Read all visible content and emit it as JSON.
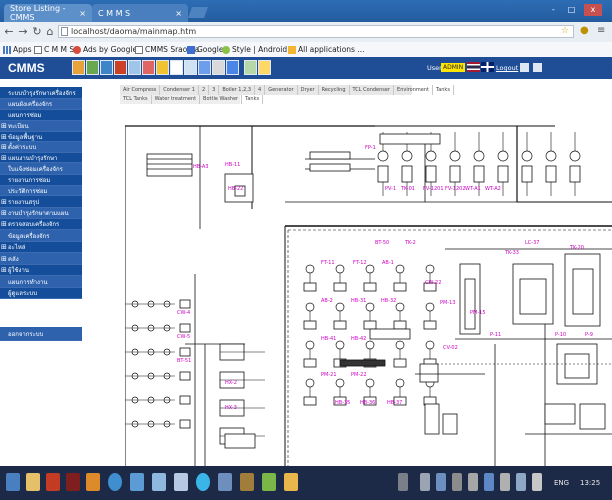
{
  "browser": {
    "tabs": [
      {
        "title": "Store Listing - CMMS",
        "active": true
      },
      {
        "title": "C M M S",
        "active": false
      }
    ],
    "window_controls": [
      "-",
      "□",
      "x"
    ],
    "address": "localhost/daoma/mainmap.htm"
  },
  "bookmarks": [
    {
      "label": "Apps",
      "icon": "apps-grid-icon"
    },
    {
      "label": "C M M S",
      "icon": "page-icon"
    },
    {
      "label": "Ads by Google",
      "icon": "google-icon"
    },
    {
      "label": "CMMS Sraoma",
      "icon": "page-icon"
    },
    {
      "label": "Google",
      "icon": "google-icon"
    },
    {
      "label": "Style | Android ...",
      "icon": "android-icon"
    },
    {
      "label": "All applications ...",
      "icon": "app-icon"
    }
  ],
  "app": {
    "logo": "CMMS",
    "user_label": "User:",
    "user_name": "ADMIN",
    "logout": "Logout",
    "colors": {
      "header": "#1f4e97",
      "sidebar": "#144d9a",
      "accent": "#ffe600"
    }
  },
  "sidebar": {
    "items": [
      {
        "label": "ระบบบำรุงรักษาเครื่องจักร",
        "plus": false
      },
      {
        "label": "แผนผังเครื่องจักร",
        "plus": false
      },
      {
        "label": "แผนการซ่อม",
        "plus": false
      },
      {
        "label": "ทะเบียน",
        "plus": true
      },
      {
        "label": "ข้อมูลพื้นฐาน",
        "plus": true
      },
      {
        "label": "ตั้งค่าระบบ",
        "plus": true
      },
      {
        "label": "แผนงานบำรุงรักษา",
        "plus": true
      },
      {
        "label": "ใบแจ้งซ่อมเครื่องจักร",
        "plus": false
      },
      {
        "label": "รายงานการซ่อม",
        "plus": false
      },
      {
        "label": "ประวัติการซ่อม",
        "plus": false
      },
      {
        "label": "รายงานสรุป",
        "plus": true
      },
      {
        "label": "งานบำรุงรักษาตามแผน",
        "plus": true
      },
      {
        "label": "ตรวจสอบเครื่องจักร",
        "plus": true
      },
      {
        "label": "ข้อมูลเครื่องจักร",
        "plus": false
      },
      {
        "label": "อะไหล่",
        "plus": true
      },
      {
        "label": "คลัง",
        "plus": true
      },
      {
        "label": "ผู้ใช้งาน",
        "plus": true
      },
      {
        "label": "แผนการทำงาน",
        "plus": false
      },
      {
        "label": "ผู้ดูแลระบบ",
        "plus": false
      },
      {
        "label": "ออกจากระบบ",
        "plus": false
      }
    ]
  },
  "menu_bar": {
    "row1": [
      "Air Compress",
      "Condenser 1",
      "2",
      "3",
      "Boiler 1,2,3",
      "4",
      "Generator",
      "Dryer",
      "Recycling",
      "TCL Condenser",
      "Environment",
      "Tanks"
    ],
    "row2": [
      "TCL Tanks",
      "Water treatment",
      "Bottle Washer",
      "Tanks"
    ]
  },
  "diagram": {
    "labels": [
      "HB-A3",
      "HB-11",
      "HB-22",
      "FP-1",
      "PV-1",
      "TK-01",
      "FV-1201",
      "FV-1202",
      "WT-A1",
      "WT-A2",
      "BT-50",
      "TK-2",
      "CW-22",
      "PM-13",
      "PM-15",
      "CV-02",
      "FT-11",
      "FT-12",
      "AB-1",
      "AB-2",
      "HB-31",
      "HB-32",
      "HB-41",
      "HB-42",
      "PM-21",
      "PM-22",
      "TK-33",
      "LC-37",
      "TK-20",
      "P-9",
      "P-10",
      "P-11",
      "CW-4",
      "CW-5",
      "BT-51",
      "HX-2",
      "HX-3",
      "HB-35",
      "HB-36",
      "HB-37"
    ]
  },
  "taskbar": {
    "language": "ENG",
    "time": "13:25"
  }
}
